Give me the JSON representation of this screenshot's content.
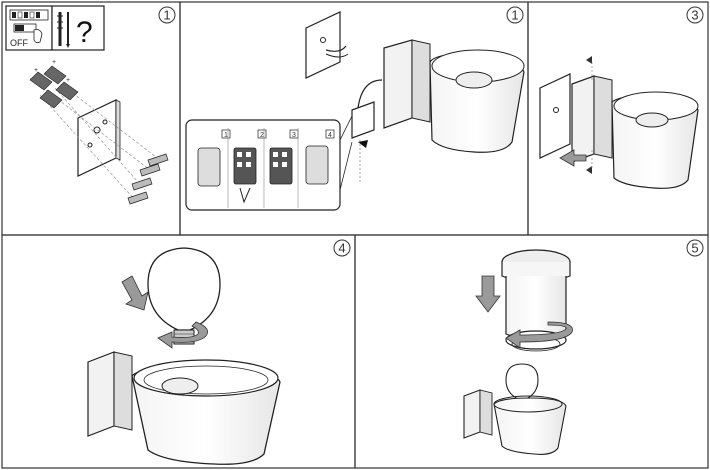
{
  "power_badge": {
    "label": "OFF",
    "icon": "power-switch-icon"
  },
  "tools_badge": {
    "label": "?",
    "icon": "screwdriver-drill-icon"
  },
  "panels": [
    {
      "id": "p1",
      "step": "1"
    },
    {
      "id": "p2",
      "step": "1"
    },
    {
      "id": "p3",
      "step": "3"
    },
    {
      "id": "p4",
      "step": "4"
    },
    {
      "id": "p5",
      "step": "5"
    }
  ],
  "wiring_inset": {
    "steps": [
      "1",
      "2",
      "3",
      "4"
    ]
  },
  "colors": {
    "line": "#222222",
    "arrow_fill": "#9a9a9a",
    "shade": "#cfcfcf"
  }
}
